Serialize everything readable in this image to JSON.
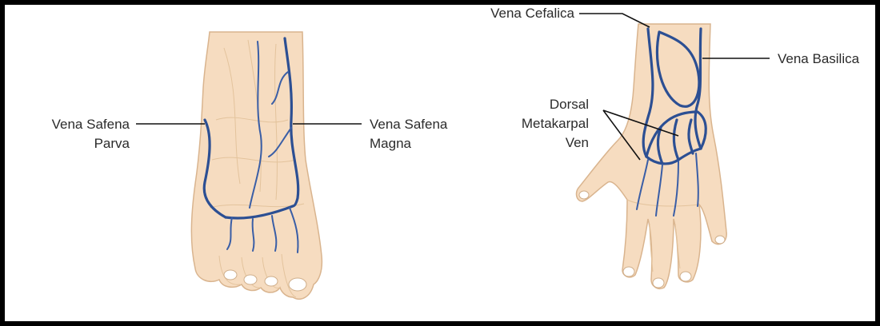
{
  "labels": {
    "vena_safena_parva": [
      "Vena Safena",
      "Parva"
    ],
    "vena_safena_magna": [
      "Vena Safena",
      "Magna"
    ],
    "vena_cefalica": "Vena Cefalica",
    "vena_basilica": "Vena Basilica",
    "dorsal_metakarpal": [
      "Dorsal",
      "Metakarpal",
      "Ven"
    ]
  },
  "colors": {
    "vein": "#2c4f93",
    "skin": "#f6dcc0",
    "frame": "#000000"
  }
}
